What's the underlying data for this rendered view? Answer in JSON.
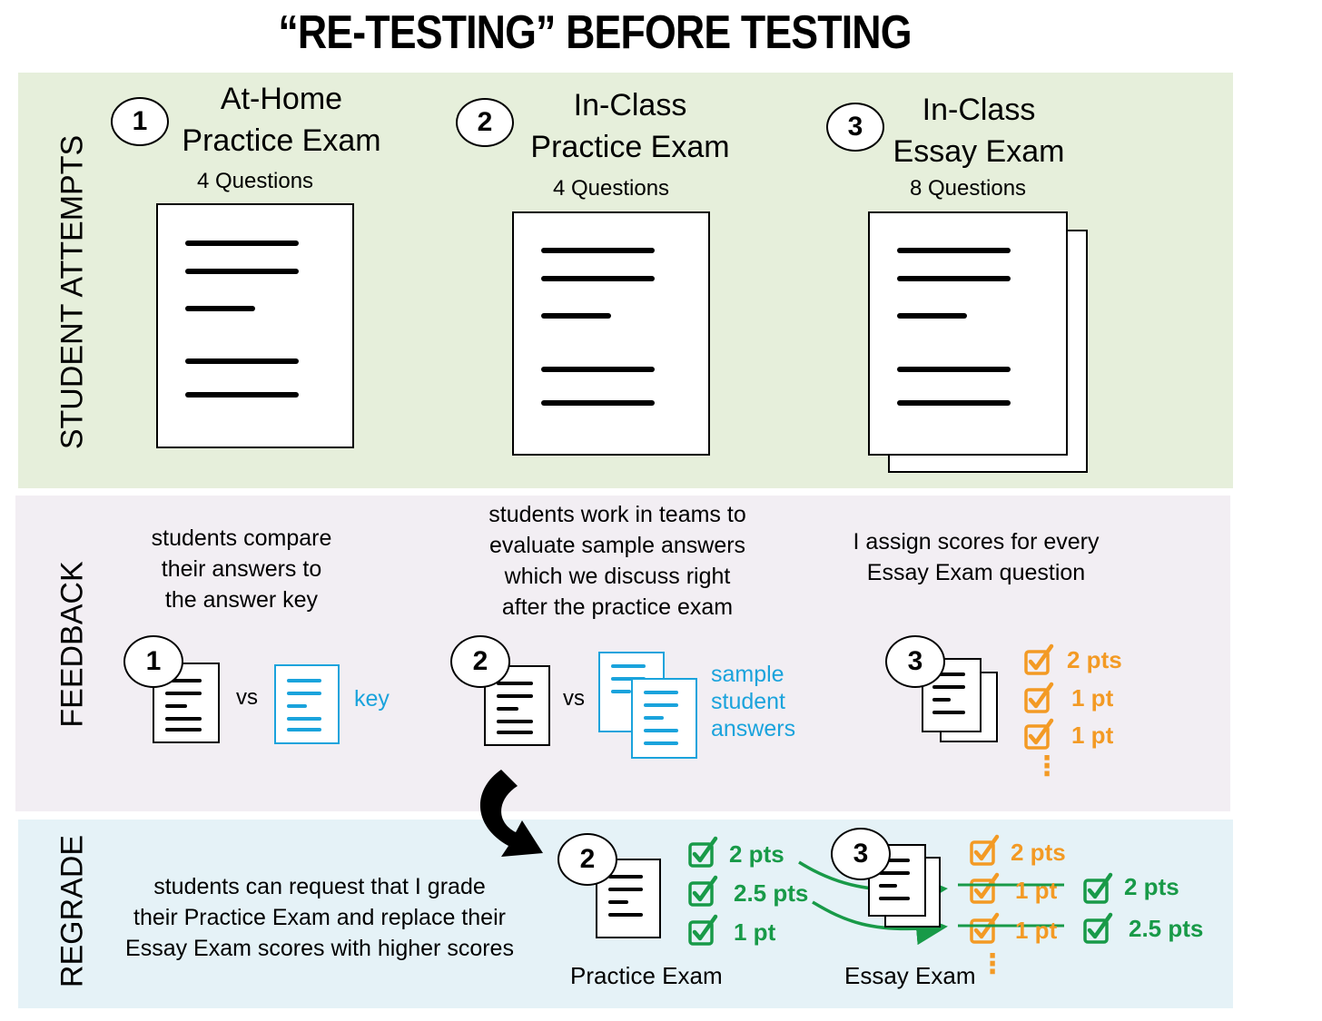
{
  "title": "“RE-TESTING” BEFORE TESTING",
  "colors": {
    "attempts_band": "#e6efdb",
    "feedback_band": "#f2eef3",
    "regrade_band": "#e5f2f7",
    "blue": "#1aa3dc",
    "orange": "#f39a24",
    "green": "#189a48"
  },
  "rows": {
    "attempts": "STUDENT ATTEMPTS",
    "feedback": "FEEDBACK",
    "regrade": "REGRADE"
  },
  "exams": [
    {
      "number": "1",
      "line1": "At-Home",
      "line2": "Practice Exam",
      "questions": "4 Questions"
    },
    {
      "number": "2",
      "line1": "In-Class",
      "line2": "Practice Exam",
      "questions": "4 Questions"
    },
    {
      "number": "3",
      "line1": "In-Class",
      "line2": "Essay Exam",
      "questions": "8 Questions"
    }
  ],
  "feedback": {
    "col1": [
      "students compare",
      "their answers to",
      "the answer key"
    ],
    "col2": [
      "students work in teams to",
      "evaluate sample answers",
      "which we discuss right",
      "after the practice exam"
    ],
    "col3": [
      "I assign scores for every",
      "Essay Exam question"
    ],
    "vs": "vs",
    "key_label": "key",
    "sample_label": "sample\nstudent\nanswers",
    "scores": [
      "2 pts",
      "1 pt",
      "1 pt"
    ],
    "ellipsis": "⋮"
  },
  "regrade": {
    "text": [
      "students can request that I grade",
      "their Practice Exam and replace their",
      "Essay Exam scores with higher scores"
    ],
    "practice_scores": [
      "2 pts",
      "2.5 pts",
      "1 pt"
    ],
    "essay_old_scores": [
      "2 pts",
      "1 pt",
      "1 pt"
    ],
    "essay_new_scores": [
      "2 pts",
      "2.5 pts"
    ],
    "practice_caption": "Practice Exam",
    "essay_caption": "Essay Exam",
    "ellipsis": "⋮"
  }
}
